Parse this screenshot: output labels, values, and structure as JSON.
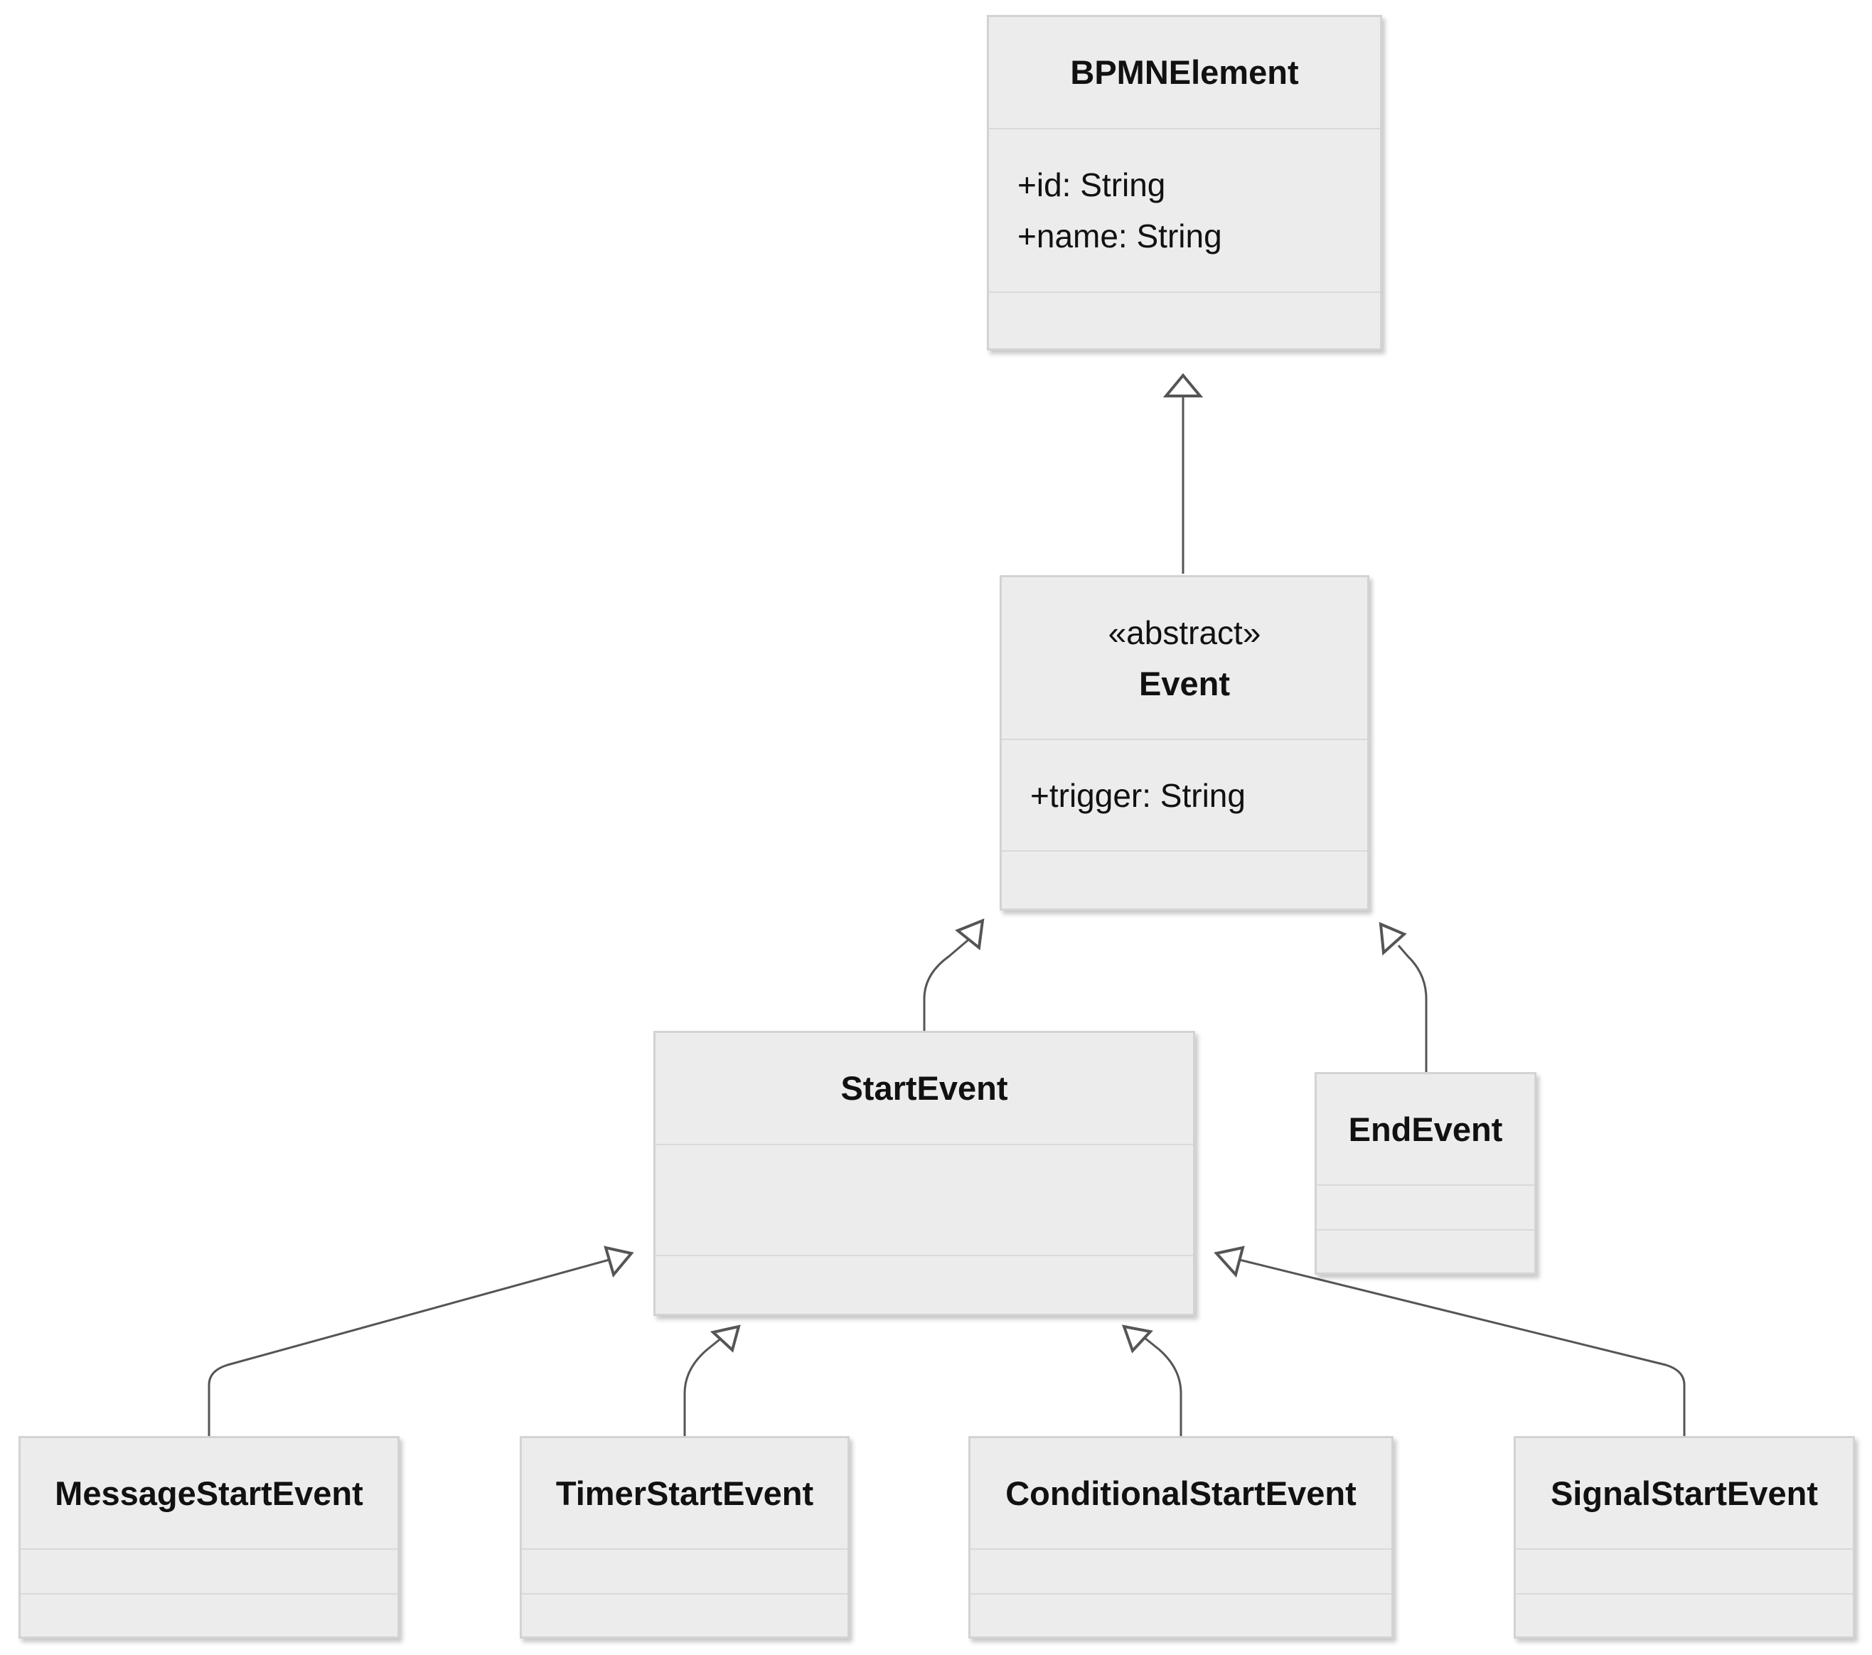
{
  "classes": {
    "bpmn_element": {
      "name": "BPMNElement",
      "attributes": [
        "+id: String",
        "+name: String"
      ]
    },
    "event": {
      "stereotype": "«abstract»",
      "name": "Event",
      "attributes": [
        "+trigger: String"
      ]
    },
    "start_event": {
      "name": "StartEvent"
    },
    "end_event": {
      "name": "EndEvent"
    },
    "message_start_event": {
      "name": "MessageStartEvent"
    },
    "timer_start_event": {
      "name": "TimerStartEvent"
    },
    "conditional_start_event": {
      "name": "ConditionalStartEvent"
    },
    "signal_start_event": {
      "name": "SignalStartEvent"
    }
  },
  "relationships": [
    {
      "from": "Event",
      "to": "BPMNElement",
      "type": "inheritance"
    },
    {
      "from": "StartEvent",
      "to": "Event",
      "type": "inheritance"
    },
    {
      "from": "EndEvent",
      "to": "Event",
      "type": "inheritance"
    },
    {
      "from": "MessageStartEvent",
      "to": "StartEvent",
      "type": "inheritance"
    },
    {
      "from": "TimerStartEvent",
      "to": "StartEvent",
      "type": "inheritance"
    },
    {
      "from": "ConditionalStartEvent",
      "to": "StartEvent",
      "type": "inheritance"
    },
    {
      "from": "SignalStartEvent",
      "to": "StartEvent",
      "type": "inheritance"
    }
  ],
  "colors": {
    "box_fill": "#ececec",
    "box_border": "#d3d3d3",
    "edge": "#555555"
  }
}
